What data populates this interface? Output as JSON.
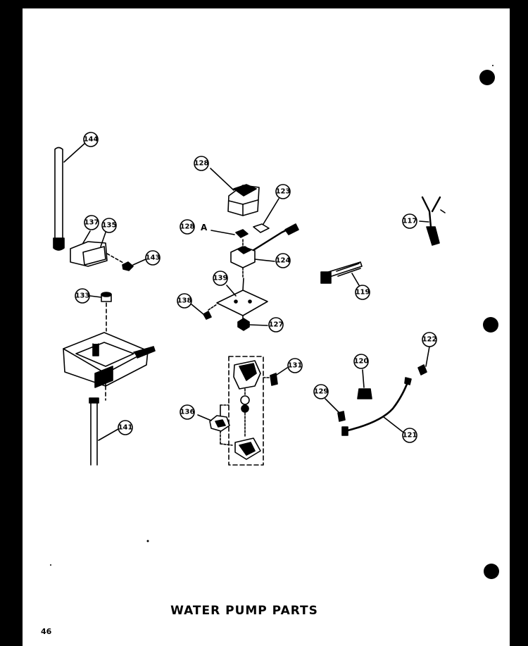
{
  "title": "WATER PUMP PARTS",
  "page_number": "46",
  "callouts": {
    "p144": "144",
    "p137": "137",
    "p135": "135",
    "p143": "143",
    "p128": "128",
    "p123": "123",
    "p128a": "128",
    "p124": "124",
    "p139": "139",
    "p138": "138",
    "p127": "127",
    "p117": "117",
    "p119": "119",
    "p133": "133",
    "p141": "141",
    "p131": "131",
    "p136": "136",
    "p120": "120",
    "p122": "122",
    "p129": "129",
    "p121": "121"
  },
  "callout_letter": "A"
}
